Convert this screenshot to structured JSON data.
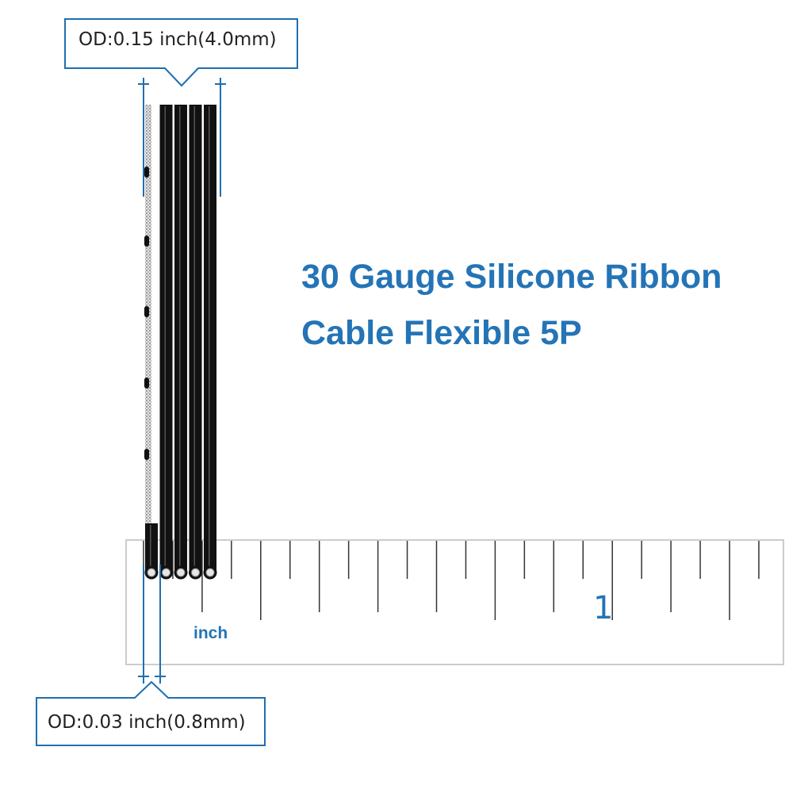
{
  "product": {
    "title_line_1": "30 Gauge Silicone Ribbon",
    "title_line_2": "Cable Flexible 5P"
  },
  "callouts": {
    "overall_od": "OD:0.15 inch(4.0mm)",
    "wire_od": "OD:0.03 inch(0.8mm)"
  },
  "ruler": {
    "unit_label": "inch",
    "major_label": "1"
  },
  "cable": {
    "wire_count": 5,
    "wire_color": "#111111"
  },
  "colors": {
    "accent": "#2474b6",
    "callout_border": "#1f6fb0",
    "ruler_tick": "#333333"
  }
}
